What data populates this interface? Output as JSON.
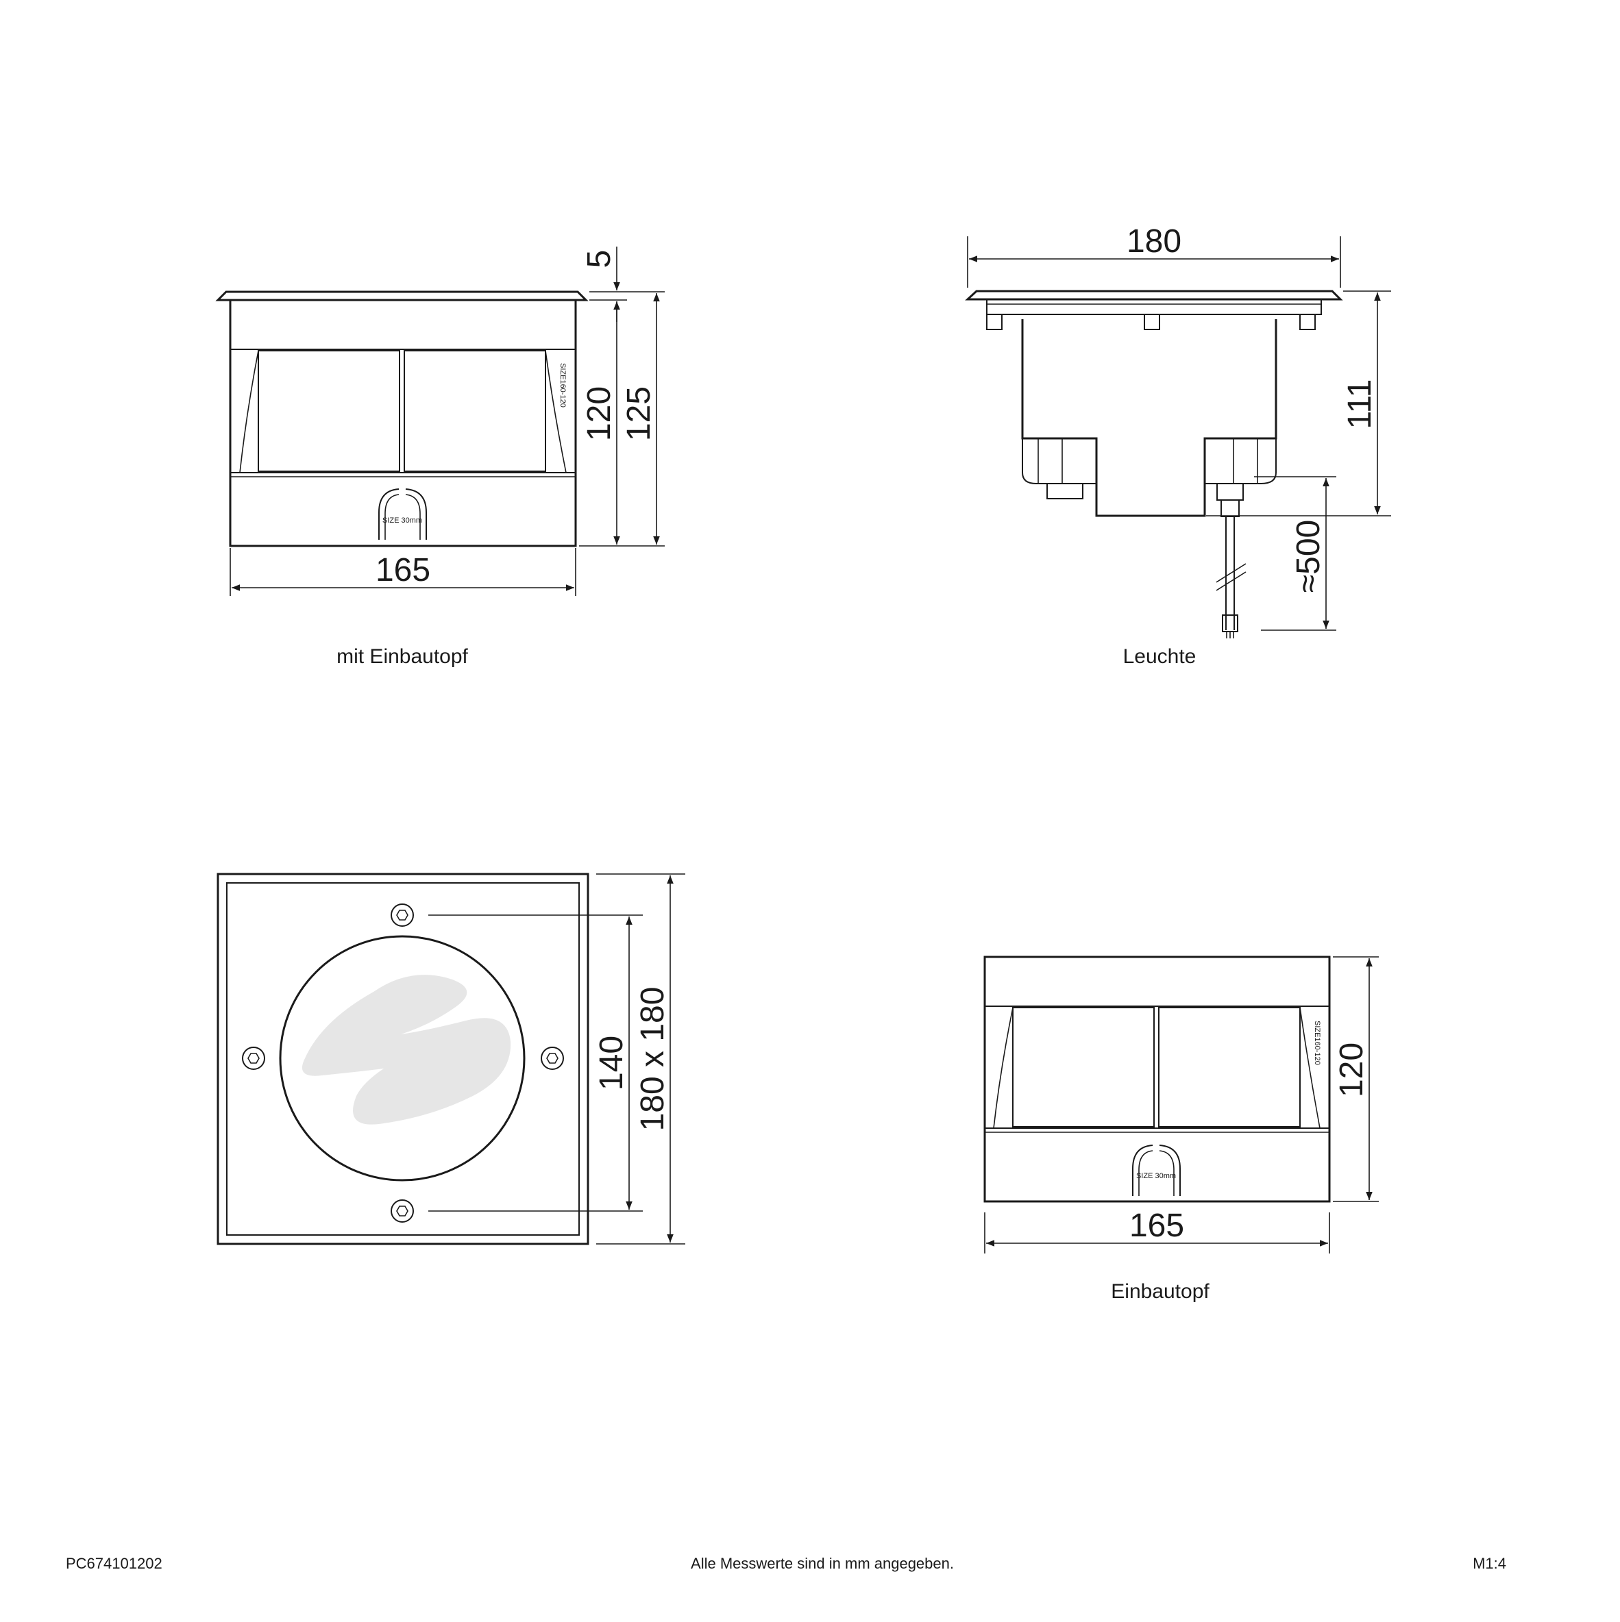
{
  "views": {
    "mit_einbautopf": {
      "caption": "mit Einbautopf",
      "dim_width": "165",
      "dim_flange": "5",
      "dim_body": "120",
      "dim_total": "125",
      "label_size_side": "SIZE160-120",
      "label_size_clip": "SIZE 30mm"
    },
    "leuchte": {
      "caption": "Leuchte",
      "dim_width": "180",
      "dim_height": "111",
      "dim_cable": "≈500"
    },
    "top_view": {
      "dim_hole_spacing": "140",
      "dim_outer": "180 x 180"
    },
    "einbautopf": {
      "caption": "Einbautopf",
      "dim_width": "165",
      "dim_height": "120",
      "label_size_side": "SIZE160-120",
      "label_size_clip": "SIZE 30mm"
    }
  },
  "footer": {
    "article_number": "PC674101202",
    "note": "Alle Messwerte sind in mm angegeben.",
    "scale": "M1:4"
  }
}
